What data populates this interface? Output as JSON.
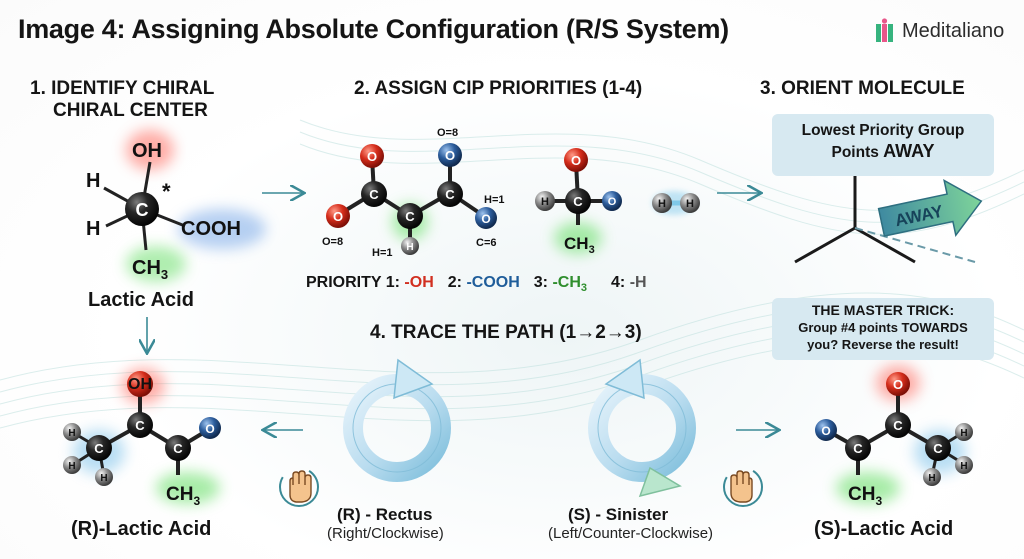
{
  "title": "Image 4: Assigning Absolute Configuration (R/S System)",
  "brand": {
    "name": "Meditaliano",
    "logo_icon": "m-logo-icon"
  },
  "step1": {
    "heading_line1": "1. IDENTIFY CHIRAL",
    "heading_line2": "CHIRAL CENTER",
    "molecule_label": "Lactic Acid",
    "atoms": {
      "top": "OH",
      "left_top": "H",
      "left_bottom": "H",
      "center": "C",
      "star": "*",
      "right": "COOH",
      "bottom": "CH",
      "bottom_sub": "3"
    }
  },
  "step2": {
    "heading": "2. ASSIGN CIP PRIORITIES (1-4)",
    "annotations": {
      "o8_top": "O=8",
      "o8_left": "O=8",
      "h1_right": "H=1",
      "h1_bottom": "H=1",
      "c6": "C=6"
    },
    "atoms": {
      "c": "C",
      "o": "O",
      "h": "H",
      "ch": "CH",
      "sub3": "3"
    },
    "priority_prefix": "PRIORITY",
    "priorities": [
      {
        "label": "1:",
        "value": "-OH"
      },
      {
        "label": "2:",
        "value": "-COOH"
      },
      {
        "label": "3:",
        "value": "-CH",
        "sub": "3"
      },
      {
        "label": "4:",
        "value": "-H"
      }
    ]
  },
  "step3": {
    "heading": "3. ORIENT MOLECULE",
    "box_line1": "Lowest Priority Group",
    "box_line2_prefix": "Points ",
    "box_line2_emph": "AWAY",
    "arrow_label": "AWAY"
  },
  "step4": {
    "heading": "4. TRACE THE PATH (1→2→3)"
  },
  "trick": {
    "line1": "THE MASTER TRICK:",
    "line2": "Group #4 points TOWARDS",
    "line3": "you? Reverse the result!"
  },
  "r_config": {
    "label": "(R) - Rectus",
    "sub": "(Right/Clockwise)",
    "molecule_label": "(R)-Lactic Acid",
    "oh": "OH",
    "ch": "CH",
    "sub3": "3",
    "c": "C",
    "o": "O",
    "h": "H"
  },
  "s_config": {
    "label": "(S) - Sinister",
    "sub": "(Left/Counter-Clockwise)",
    "molecule_label": "(S)-Lactic Acid",
    "ch": "CH",
    "sub3": "3",
    "c": "C",
    "o": "O",
    "h": "H"
  },
  "colors": {
    "oxygen": "#d12f20",
    "nitro_blue": "#2c5d9c",
    "carbon": "#1b1b1b",
    "hydrogen": "#6d6d6d",
    "glow_green": "#6ee06e",
    "arrow_teal": "#3b8a96",
    "panel_blue": "#d7e9f1"
  }
}
